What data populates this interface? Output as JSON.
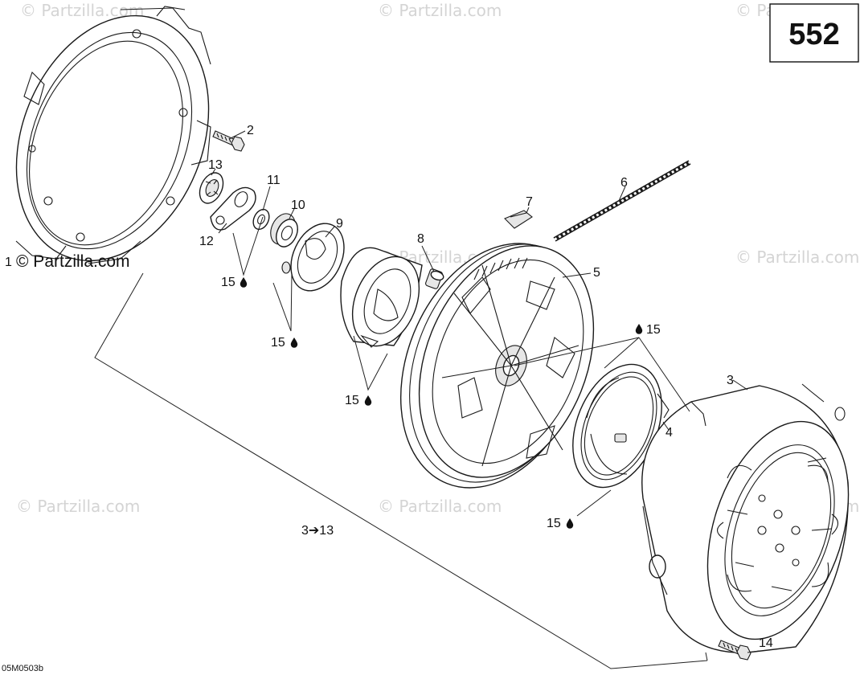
{
  "plate_number": "552",
  "figure_code": "05M0503b",
  "watermark": "© Partzilla.com",
  "range_label": "3➔13",
  "lube_ref": "15",
  "callouts": {
    "p1": "1",
    "p2": "2",
    "p3": "3",
    "p4": "4",
    "p5": "5",
    "p6": "6",
    "p7": "7",
    "p8": "8",
    "p9": "9",
    "p10": "10",
    "p11": "11",
    "p12": "12",
    "p13": "13",
    "p14": "14"
  },
  "icons": {
    "lubricant": "oil-drop-icon"
  },
  "colors": {
    "line": "#1a1a1a",
    "watermark": "#d4d4d4",
    "background": "#ffffff"
  }
}
